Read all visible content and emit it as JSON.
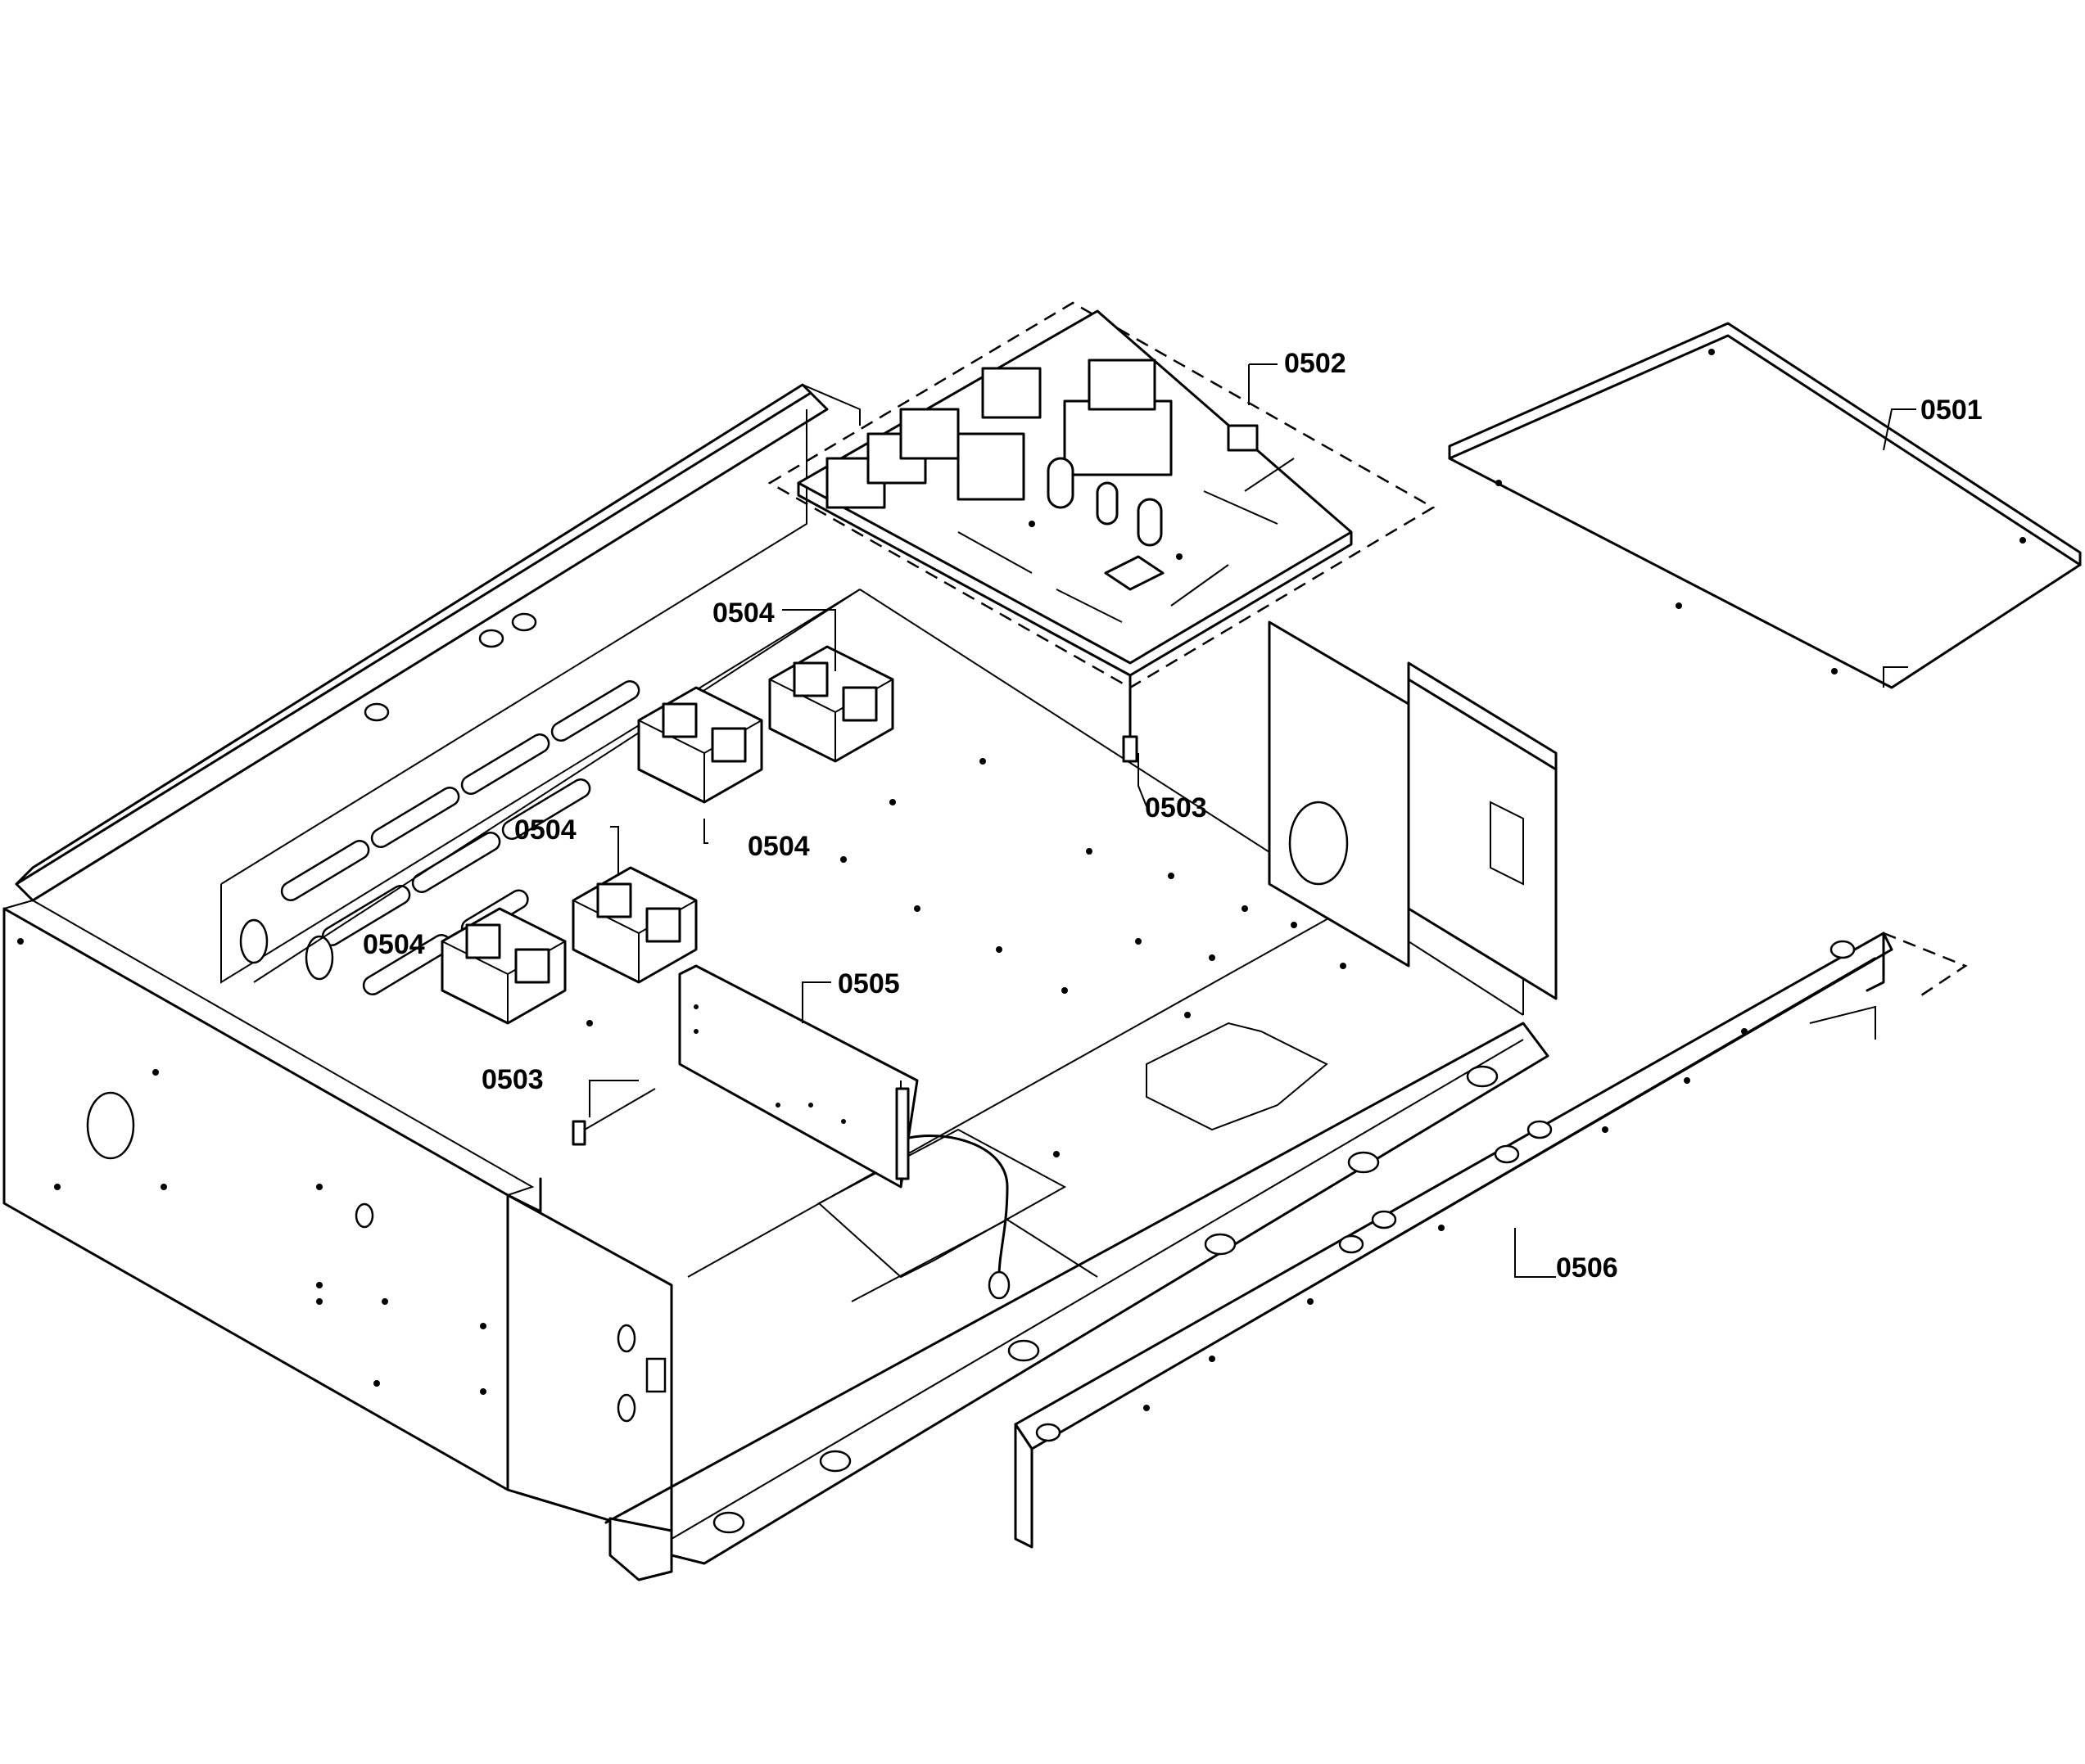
{
  "callouts": [
    {
      "id": "0501",
      "text": "0501"
    },
    {
      "id": "0502",
      "text": "0502"
    },
    {
      "id": "0503a",
      "text": "0503"
    },
    {
      "id": "0503b",
      "text": "0503"
    },
    {
      "id": "0504a",
      "text": "0504"
    },
    {
      "id": "0504b",
      "text": "0504"
    },
    {
      "id": "0504c",
      "text": "0504"
    },
    {
      "id": "0504d",
      "text": "0504"
    },
    {
      "id": "0505",
      "text": "0505"
    },
    {
      "id": "0506",
      "text": "0506"
    }
  ]
}
